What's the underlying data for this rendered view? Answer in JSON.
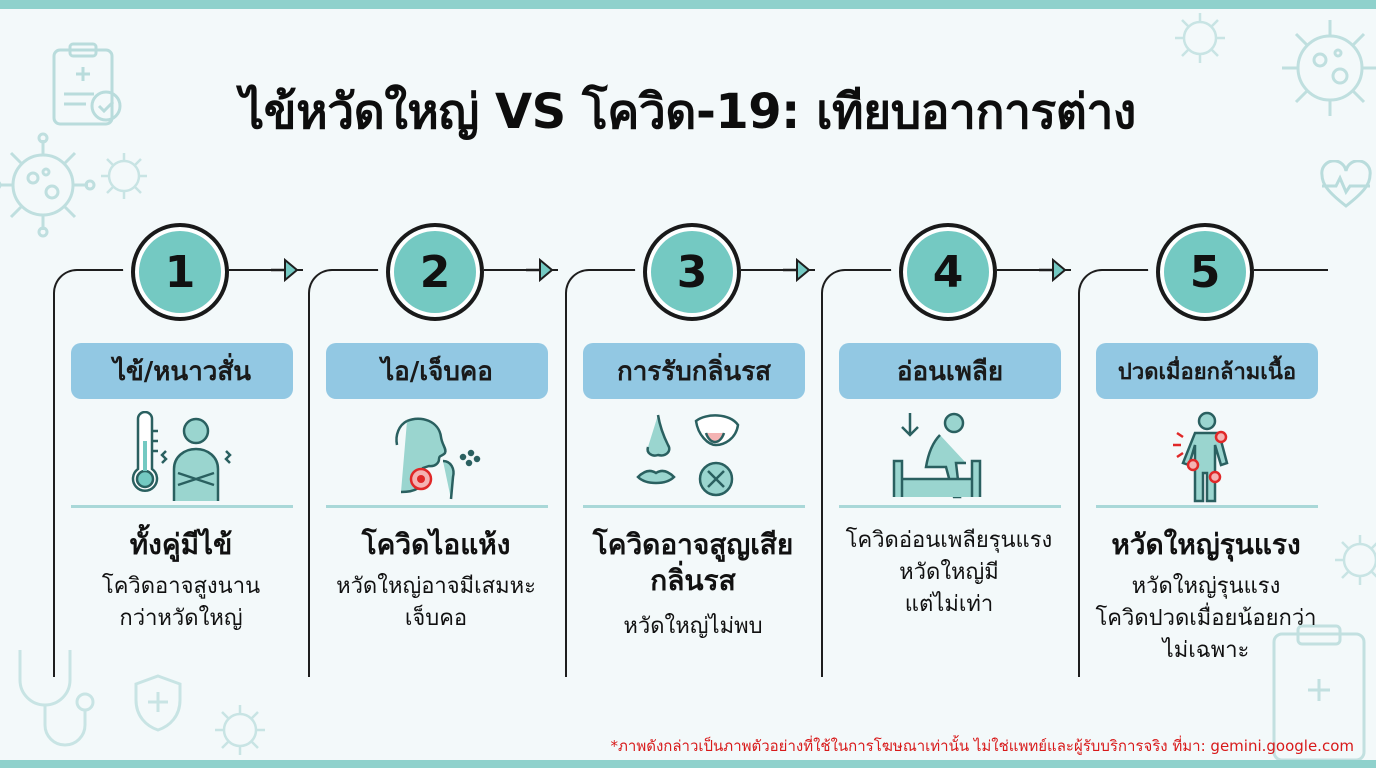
{
  "title": "ไข้หวัดใหญ่ VS โควิด-19: เทียบอาการต่าง",
  "steps": [
    {
      "number": "1",
      "label": "ไข้/หนาวสั่น",
      "icon": "thermometer-person-icon",
      "headline": "ทั้งคู่มีไข้",
      "desc": [
        "โควิดอาจสูงนาน",
        "กว่าหวัดใหญ่"
      ]
    },
    {
      "number": "2",
      "label": "ไอ/เจ็บคอ",
      "icon": "coughing-person-icon",
      "headline": "โควิดไอแห้ง",
      "desc": [
        "หวัดใหญ่อาจมีเสมหะ",
        "เจ็บคอ"
      ]
    },
    {
      "number": "3",
      "label": "การรับกลิ่นรส",
      "icon": "nose-tongue-icon",
      "headline": "โควิดอาจสูญเสีย กลิ่นรส",
      "desc": [
        "หวัดใหญ่ไม่พบ"
      ]
    },
    {
      "number": "4",
      "label": "อ่อนเพลีย",
      "icon": "fatigued-person-bed-icon",
      "headline": "",
      "desc": [
        "โควิดอ่อนเพลียรุนแรง",
        "หวัดใหญ่มี",
        "แต่ไม่เท่า"
      ]
    },
    {
      "number": "5",
      "label": "ปวดเมื่อยกล้ามเนื้อ",
      "icon": "body-pain-icon",
      "headline": "หวัดใหญ่รุนแรง",
      "desc": [
        "หวัดใหญ่รุนแรง",
        "โควิดปวดเมื่อยน้อยกว่า",
        "ไม่เฉพาะ"
      ]
    }
  ],
  "footnote": "*ภาพดังกล่าวเป็นภาพตัวอย่างที่ใช้ในการโฆษณาเท่านั้น ไม่ใช่แพทย์และผู้รับบริการจริง ที่มา: gemini.google.com",
  "colors": {
    "background": "#f3f9fa",
    "circle": "#74c9c2",
    "pill": "#92c8e3",
    "divider": "#a9d8d8",
    "footnote": "#d81a1a",
    "band": "#8fd1cc"
  },
  "decorations": [
    "virus-icon",
    "clipboard-icon",
    "heartbeat-icon",
    "shield-cross-icon",
    "stethoscope-icon"
  ]
}
